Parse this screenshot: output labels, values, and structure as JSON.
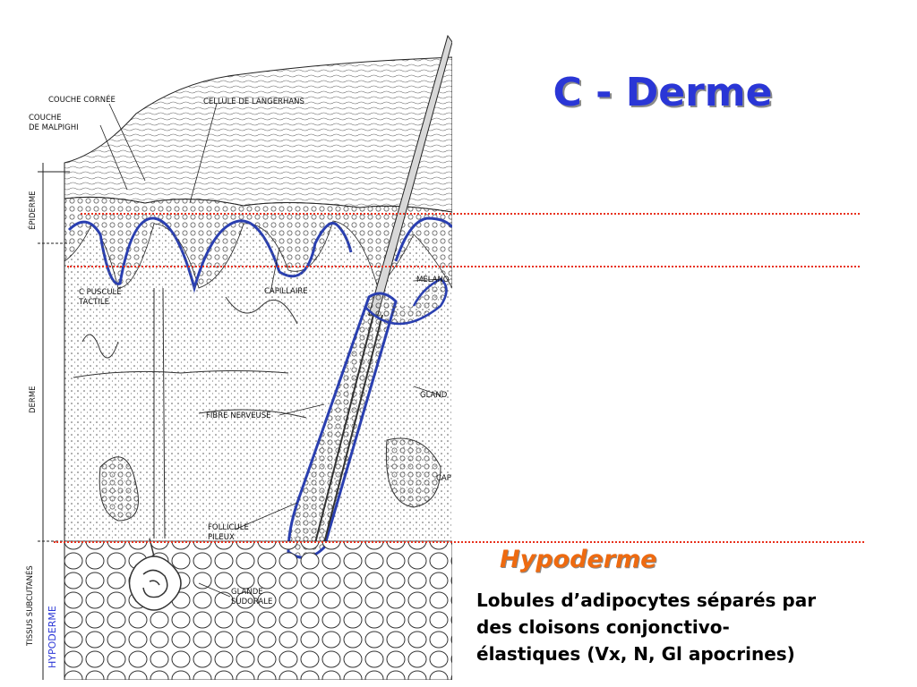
{
  "title": "C - Derme",
  "hypoderme": {
    "heading": "Hypoderme",
    "description_lines": [
      "Lobules d’adipocytes séparés par",
      "des cloisons conjonctivo-",
      "élastiques (Vx, N, Gl apocrines)"
    ]
  },
  "illustration": {
    "labels": {
      "couche_cornee": "COUCHE CORNÉE",
      "couche_malpighi_1": "COUCHE",
      "couche_malpighi_2": "DE MALPIGHI",
      "langerhans": "CELLULE DE LANGERHANS",
      "corpuscule_1": "C PUSCULE",
      "corpuscule_2": "TACTILE",
      "capillaire": "CAPILLAIRE",
      "melano": "MÉLANO",
      "glande_cut": "GLAND",
      "fibre": "FIBRE NERVEUSE",
      "cap_cut": "CAP",
      "follicule_1": "FOLLICULE",
      "follicule_2": "PILEUX",
      "glande_sud_1": "GLANDE",
      "glande_sud_2": "SUDORALE"
    },
    "side_labels": {
      "epiderme": "ÉPIDERME",
      "derme": "DERME",
      "tissus": "TISSUS SUBCUTANÉS",
      "hypoderme": "HYPODERME"
    }
  },
  "colors": {
    "title_blue": "#2a36d6",
    "heading_orange": "#ee6a10",
    "guide_red": "#e8301c",
    "outline_blue": "#2a3fb0"
  }
}
